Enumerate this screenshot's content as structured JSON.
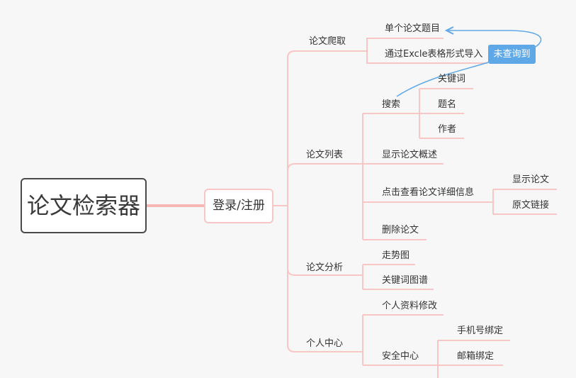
{
  "root": "论文检索器",
  "main": "登录/注册",
  "branches": {
    "crawl": {
      "label": "论文爬取",
      "children": [
        "单个论文题目",
        "通过Excle表格形式导入"
      ]
    },
    "list": {
      "label": "论文列表",
      "search": {
        "label": "搜索",
        "children": [
          "关键词",
          "题名",
          "作者"
        ]
      },
      "summary": "显示论文概述",
      "detail": {
        "label": "点击查看论文详细信息",
        "children": [
          "显示论文",
          "原文链接"
        ]
      },
      "delete": "删除论文"
    },
    "analysis": {
      "label": "论文分析",
      "children": [
        "走势图",
        "关键词图谱"
      ]
    },
    "personal": {
      "label": "个人中心",
      "profile": "个人资料修改",
      "security": {
        "label": "安全中心",
        "children": [
          "手机号绑定",
          "邮箱绑定"
        ]
      }
    }
  },
  "annotation": {
    "label": "未查询到",
    "color": "#5fa8e8"
  },
  "colors": {
    "branch_line": "#f9c6c6",
    "root_line": "#f7b7b7",
    "relationship": "#5fa8e8"
  }
}
